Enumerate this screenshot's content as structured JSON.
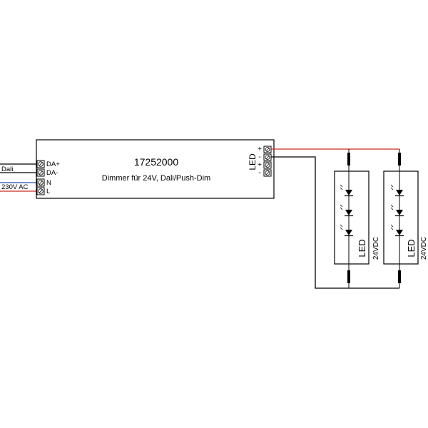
{
  "device": {
    "part_number": "17252000",
    "description": "Dimmer für 24V, Dali/Push-Dim",
    "input_terminals": [
      "DA+",
      "DA-",
      "N",
      "L"
    ],
    "output_label": "LED",
    "output_terminals": [
      "+",
      "-",
      "+",
      "-"
    ]
  },
  "wiring": {
    "dali_label": "Dali",
    "mains_label": "230V AC"
  },
  "led_strips": [
    {
      "label": "LED",
      "voltage": "24VDC"
    },
    {
      "label": "LED",
      "voltage": "24VDC"
    }
  ],
  "colors": {
    "line": "#000000",
    "positive_wire": "#cc2b1d",
    "neutral_wire": "#1f4fa8"
  }
}
